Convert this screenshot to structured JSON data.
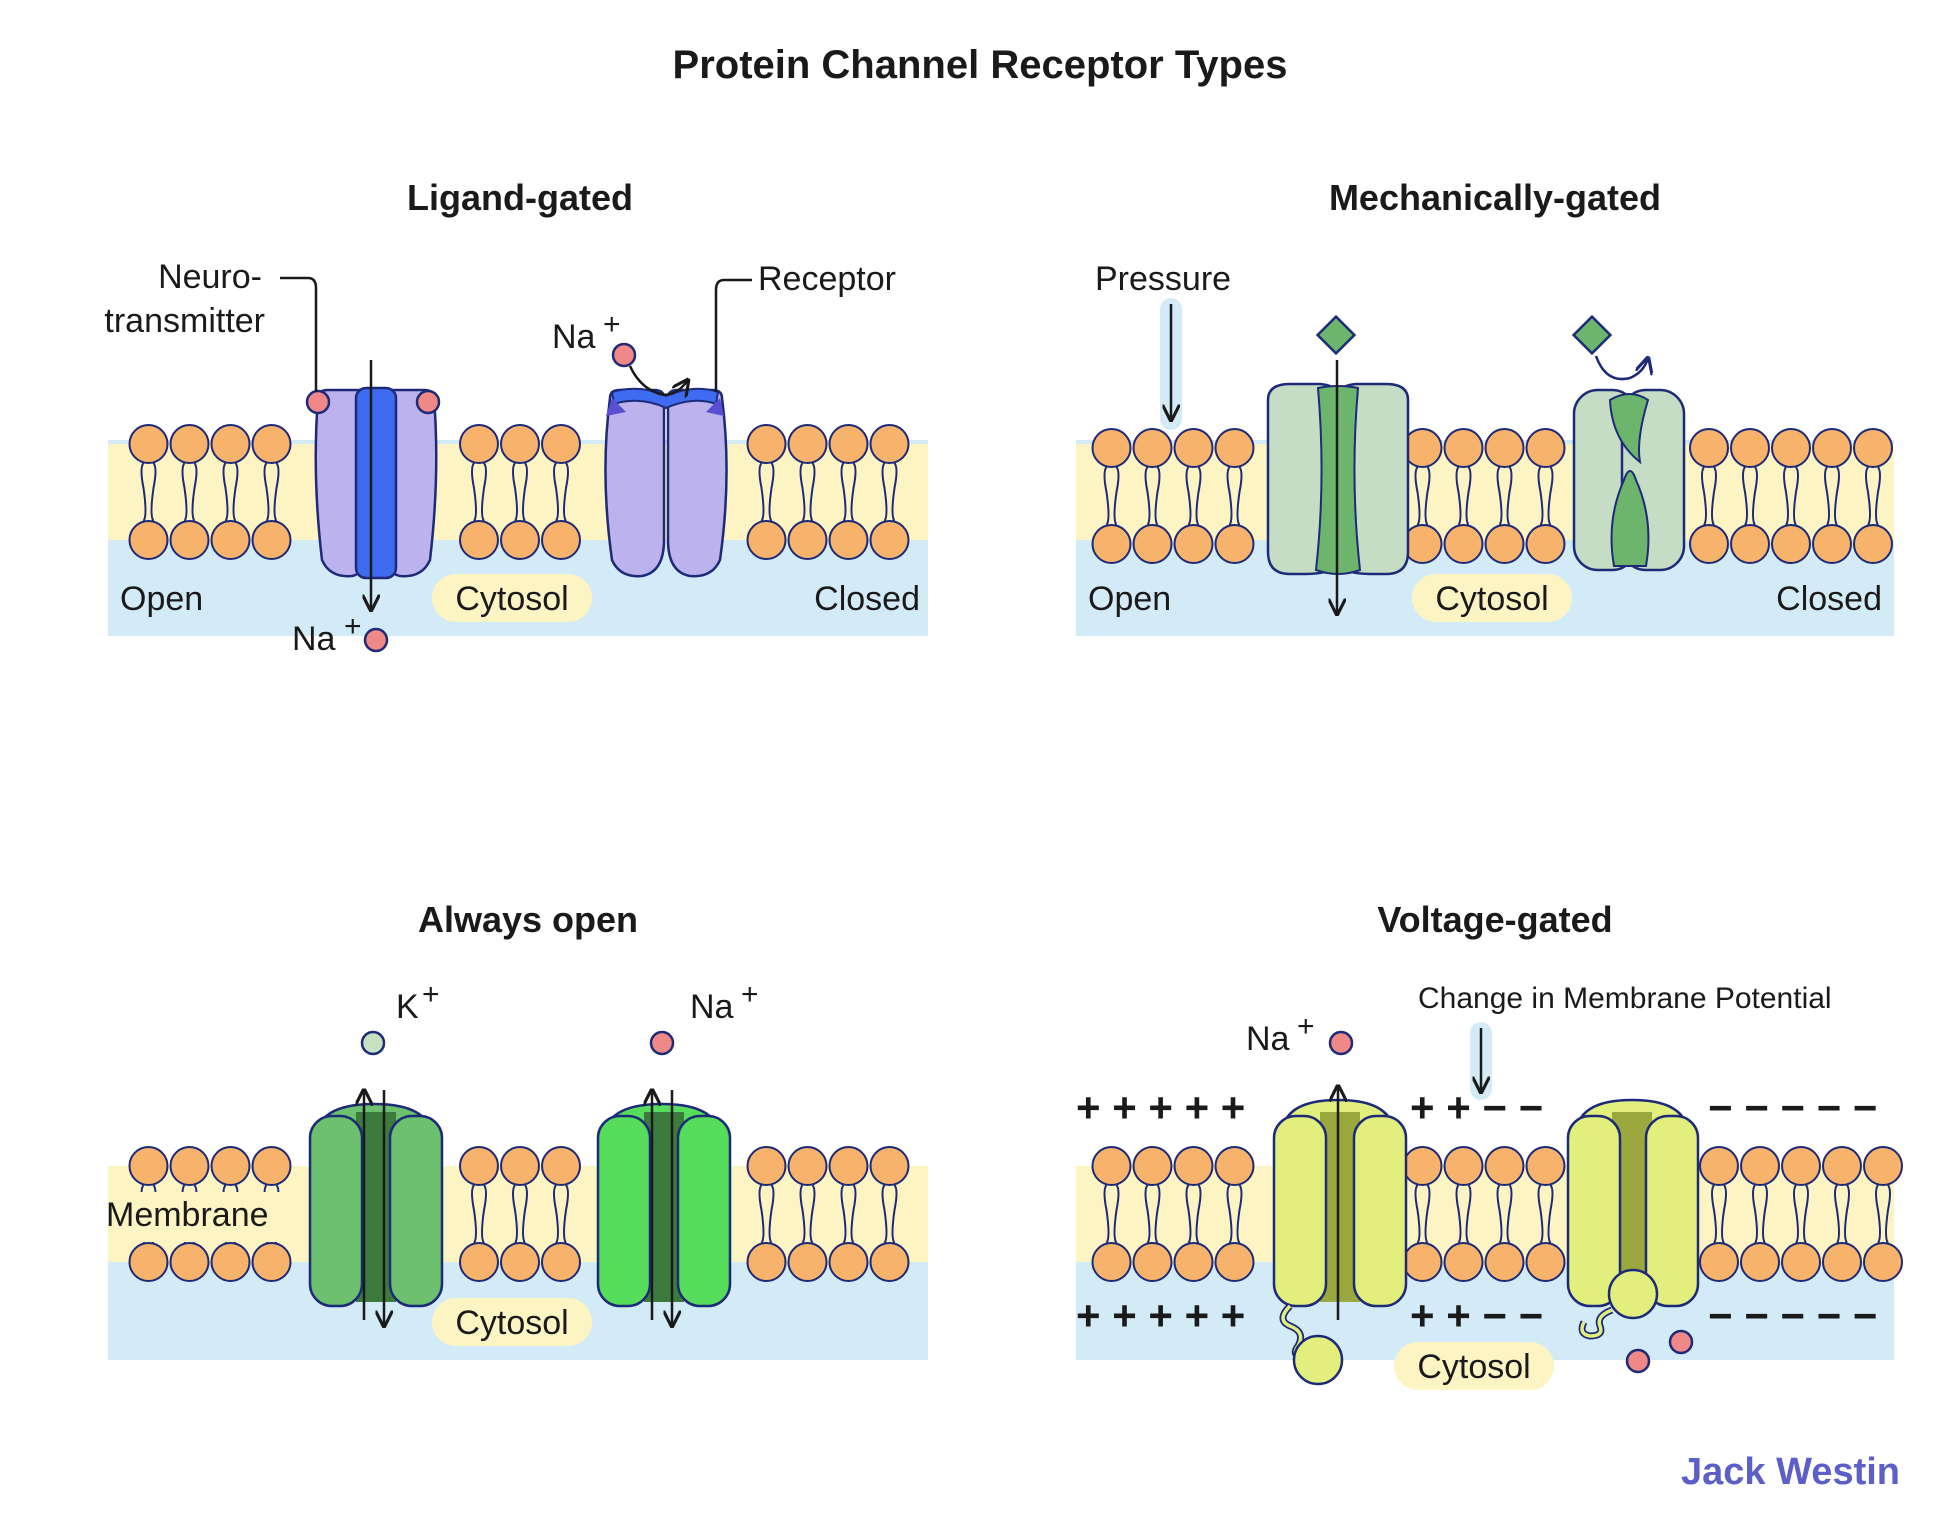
{
  "title": "Protein Channel Receptor Types",
  "brand": {
    "text": "Jack Westin",
    "color": "#5b5fc7"
  },
  "colors": {
    "lipid_head": "#f7b26b",
    "lipid_core": "#fdf4c4",
    "cytosol": "#d3ebf7",
    "ion_na": "#f08888",
    "ion_k": "#c6e2c0",
    "ligand_receptor": "#bcb2ee",
    "ligand_pore": "#3e6cf0",
    "mech_receptor": "#c4ddc4",
    "mech_pore": "#6db46d",
    "k_channel": "#6cc06e",
    "na_channel": "#56dd5c",
    "dark_pore": "#3d7a3d",
    "voltage_channel": "#e3ef7d",
    "voltage_pore": "#9aa83e"
  },
  "panels": {
    "ligand": {
      "title": "Ligand-gated",
      "neurotransmitter_line1": "Neuro-",
      "neurotransmitter_line2": "transmitter",
      "receptor": "Receptor",
      "na_top": "Na",
      "na_bottom": "Na",
      "charge": "+",
      "open": "Open",
      "closed": "Closed",
      "cytosol": "Cytosol"
    },
    "mechanical": {
      "title": "Mechanically-gated",
      "pressure": "Pressure",
      "open": "Open",
      "closed": "Closed",
      "cytosol": "Cytosol"
    },
    "always_open": {
      "title": "Always open",
      "k": "K",
      "na": "Na",
      "charge": "+",
      "membrane": "Membrane",
      "cytosol": "Cytosol"
    },
    "voltage": {
      "title": "Voltage-gated",
      "change": "Change in Membrane Potential",
      "na": "Na",
      "charge": "+",
      "cytosol": "Cytosol",
      "top_left_signs": "+ + + + +",
      "top_mid_signs": "+ + − −",
      "top_right_signs": "− − − − −",
      "bottom_left_signs": "+ + + + +",
      "bottom_mid_signs": "+ + − −",
      "bottom_right_signs": "− − − − −"
    }
  }
}
